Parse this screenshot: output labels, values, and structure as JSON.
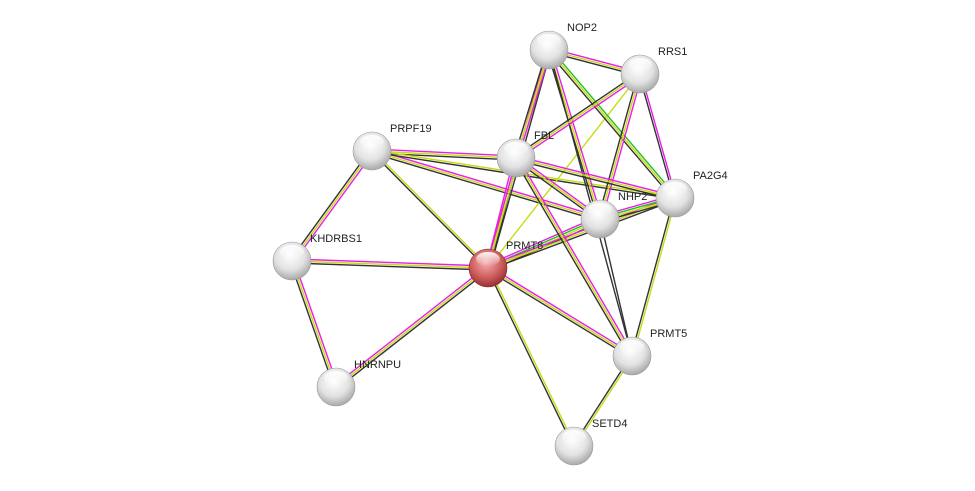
{
  "colors": {
    "magenta": "#e81ee8",
    "yellow": "#c8dc14",
    "black": "#333333",
    "green": "#20c020",
    "query_node": "#d06060",
    "node": "#e8e8e8"
  },
  "nodes": [
    {
      "id": "NOP2",
      "label": "NOP2",
      "query": false
    },
    {
      "id": "RRS1",
      "label": "RRS1",
      "query": false
    },
    {
      "id": "PRPF19",
      "label": "PRPF19",
      "query": false
    },
    {
      "id": "FBL",
      "label": "FBL",
      "query": false
    },
    {
      "id": "PA2G4",
      "label": "PA2G4",
      "query": false
    },
    {
      "id": "NHP2",
      "label": "NHP2",
      "query": false
    },
    {
      "id": "KHDRBS1",
      "label": "KHDRBS1",
      "query": false
    },
    {
      "id": "PRMT8",
      "label": "PRMT8",
      "query": true
    },
    {
      "id": "PRMT5",
      "label": "PRMT5",
      "query": false
    },
    {
      "id": "HNRNPU",
      "label": "HNRNPU",
      "query": false
    },
    {
      "id": "SETD4",
      "label": "SETD4",
      "query": false
    }
  ],
  "edges": [
    {
      "s": "PRPF19",
      "t": "KHDRBS1",
      "c": [
        "magenta",
        "yellow",
        "black"
      ]
    },
    {
      "s": "PRPF19",
      "t": "PRMT8",
      "c": [
        "yellow",
        "black"
      ]
    },
    {
      "s": "PRPF19",
      "t": "FBL",
      "c": [
        "magenta",
        "yellow",
        "black"
      ]
    },
    {
      "s": "PRPF19",
      "t": "NHP2",
      "c": [
        "magenta",
        "yellow",
        "black"
      ]
    },
    {
      "s": "PRPF19",
      "t": "PA2G4",
      "c": [
        "yellow",
        "black"
      ]
    },
    {
      "s": "KHDRBS1",
      "t": "PRMT8",
      "c": [
        "magenta",
        "yellow",
        "black"
      ]
    },
    {
      "s": "KHDRBS1",
      "t": "HNRNPU",
      "c": [
        "magenta",
        "yellow",
        "black"
      ]
    },
    {
      "s": "HNRNPU",
      "t": "PRMT8",
      "c": [
        "magenta",
        "yellow",
        "black"
      ]
    },
    {
      "s": "PRMT8",
      "t": "FBL",
      "c": [
        "magenta",
        "yellow",
        "black"
      ]
    },
    {
      "s": "PRMT8",
      "t": "NOP2",
      "c": [
        "magenta",
        "yellow",
        "black"
      ]
    },
    {
      "s": "PRMT8",
      "t": "RRS1",
      "c": [
        "yellow"
      ]
    },
    {
      "s": "PRMT8",
      "t": "NHP2",
      "c": [
        "magenta",
        "green",
        "yellow",
        "black"
      ]
    },
    {
      "s": "PRMT8",
      "t": "PA2G4",
      "c": [
        "magenta",
        "yellow",
        "black"
      ]
    },
    {
      "s": "PRMT8",
      "t": "PRMT5",
      "c": [
        "magenta",
        "yellow",
        "black"
      ]
    },
    {
      "s": "PRMT8",
      "t": "SETD4",
      "c": [
        "yellow",
        "black"
      ]
    },
    {
      "s": "NOP2",
      "t": "RRS1",
      "c": [
        "magenta",
        "yellow",
        "black"
      ]
    },
    {
      "s": "NOP2",
      "t": "FBL",
      "c": [
        "magenta",
        "yellow",
        "black"
      ]
    },
    {
      "s": "NOP2",
      "t": "NHP2",
      "c": [
        "magenta",
        "yellow",
        "black"
      ]
    },
    {
      "s": "NOP2",
      "t": "PA2G4",
      "c": [
        "green",
        "yellow",
        "black"
      ]
    },
    {
      "s": "NOP2",
      "t": "PRMT5",
      "c": [
        "black"
      ]
    },
    {
      "s": "RRS1",
      "t": "FBL",
      "c": [
        "magenta",
        "yellow",
        "black"
      ]
    },
    {
      "s": "RRS1",
      "t": "NHP2",
      "c": [
        "magenta",
        "yellow",
        "black"
      ]
    },
    {
      "s": "RRS1",
      "t": "PA2G4",
      "c": [
        "magenta",
        "black"
      ]
    },
    {
      "s": "FBL",
      "t": "NHP2",
      "c": [
        "magenta",
        "yellow",
        "black"
      ]
    },
    {
      "s": "FBL",
      "t": "PA2G4",
      "c": [
        "magenta",
        "yellow",
        "black"
      ]
    },
    {
      "s": "FBL",
      "t": "PRMT5",
      "c": [
        "magenta",
        "yellow",
        "black"
      ]
    },
    {
      "s": "NHP2",
      "t": "PA2G4",
      "c": [
        "magenta",
        "green",
        "yellow",
        "black"
      ]
    },
    {
      "s": "NHP2",
      "t": "PRMT5",
      "c": [
        "black"
      ]
    },
    {
      "s": "PA2G4",
      "t": "PRMT5",
      "c": [
        "yellow",
        "black"
      ]
    },
    {
      "s": "PRMT5",
      "t": "SETD4",
      "c": [
        "yellow",
        "black"
      ]
    }
  ]
}
